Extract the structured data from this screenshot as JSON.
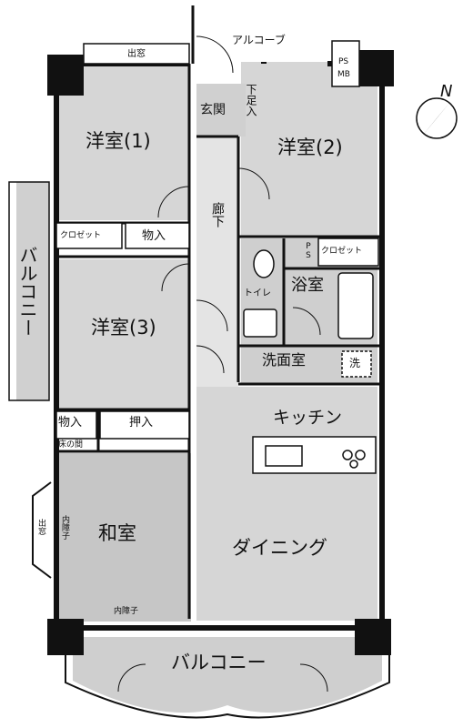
{
  "labels": {
    "alcove": "アルコーブ",
    "demado_top": "出窓",
    "ps_mb_1": "PS",
    "ps_mb_2": "MB",
    "genkan": "玄関",
    "shitaashiire": "下足入",
    "youshitsu1": "洋室(1)",
    "youshitsu2": "洋室(2)",
    "youshitsu3": "洋室(3)",
    "rouka": "廊下",
    "closet1": "クロゼット",
    "monoire1": "物入",
    "closet2": "クロゼット",
    "ps_small": "PS",
    "toilet": "トイレ",
    "yokushitsu": "浴室",
    "senmenshitsu": "洗面室",
    "sen": "洗",
    "balcony_left": "バルコニー",
    "monoire2": "物入",
    "oshiire": "押入",
    "tokonoma": "床の間",
    "kitchen": "キッチン",
    "washitsu": "和室",
    "uchishouji_side": "内障子",
    "demado_side": "出窓",
    "dining": "ダイニング",
    "uchishouji_bottom": "内障子",
    "balcony_bottom": "バルコニー",
    "north": "N"
  },
  "colors": {
    "wall": "#111111",
    "room_fill": "#d6d6d6",
    "dark_room_fill": "#bcbcbc",
    "background": "#ffffff"
  }
}
